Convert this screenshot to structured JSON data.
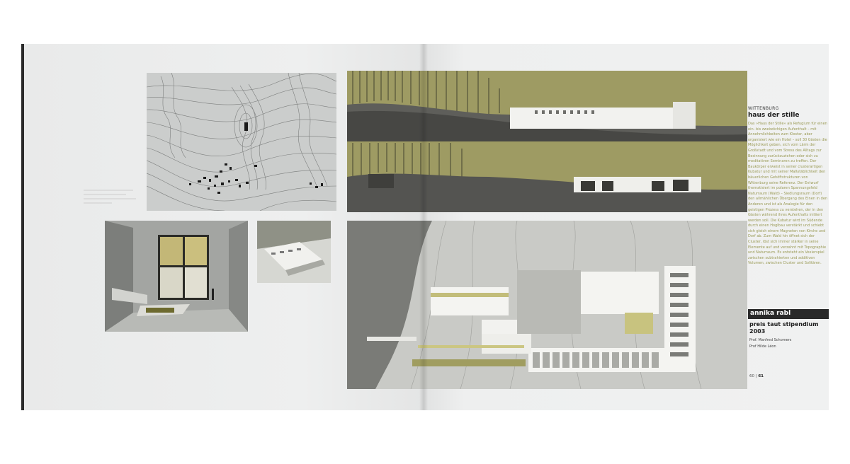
{
  "article": {
    "kicker": "WITTENBURG",
    "title": "haus der stille",
    "body": "Das »Haus der Stille« als Refugium für einen ein- bis zweiwöchigen Aufenthalt – mit Annehmlichkeiten zum Kloster, aber organisiert wie ein Hotel – soll 30 Gästen die Möglichkeit geben, sich vom Lärm der Großstadt und vom Stress des Alltags zur Besinnung zurückzuziehen oder sich zu meditativen Seminaren zu treffen. Der Baukörper erweist in seiner clusterartigen Kubatur und mit seiner Maßstäblichkeit den bäuerlichen Gehöftstrukturen von Wittenburg seine Referenz. Der Entwurf thematisiert im polaren Spannungsfeld Naturraum (Wald) – Siedlungsraum (Dorf) den allmählichen Übergang des Einen in den Anderen und ist als Analogie für den geistigen Prozess zu verstehen, der in den Gästen während ihres Aufenthalts initiiert werden soll. Die Kubatur wird im Südende durch einen Hoglbau verstärkt und schiebt sich gleich einem Magneten von Kirche und Dorf ab. Zum Wald hin öffnet sich der Cluster, löst sich immer stärker in seine Elemente auf und verzahnt mit Topographie und Naturraum. Es entsteht ein Vexierspiel zwischen subtrahierten und additiven Volumen, zwischen Cluster und Solitären.",
    "author": "annika rabl",
    "award_line1": "preis taut stipendium",
    "award_line2": "2003",
    "prof1": "Prof. Manfred Schomers",
    "prof2": "Prof Hilde Léon"
  },
  "folio": {
    "left": "60",
    "separator": "|",
    "right": "61"
  },
  "colors": {
    "accent_olive": "#9a9a55",
    "band_dark": "#2a2a2a"
  }
}
